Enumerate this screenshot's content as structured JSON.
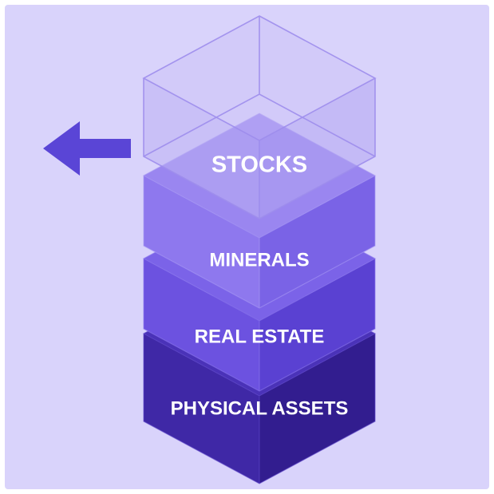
{
  "diagram": {
    "type": "stacked-layers",
    "colors": {
      "background": "#d9d3fb",
      "arrow": "#5a45d6"
    },
    "arrow": {
      "icon": "arrow-left-icon",
      "direction": "left"
    },
    "layers": [
      {
        "key": "stocks",
        "label": "STOCKS",
        "style": "transparent",
        "colors": {
          "top": "#c9bff7",
          "left": "#bcb0f4",
          "right": "#b3a6f2",
          "edge": "#9d8dec"
        }
      },
      {
        "key": "minerals",
        "label": "MINERALS",
        "style": "solid",
        "colors": {
          "top": "#9a86f0",
          "left": "#8e78ee",
          "right": "#7a63e6",
          "edge": "#a797f3"
        }
      },
      {
        "key": "real-estate",
        "label": "REAL ESTATE",
        "style": "solid",
        "colors": {
          "top": "#7b63e8",
          "left": "#6c52e0",
          "right": "#5a41d2",
          "edge": "#8b76ec"
        }
      },
      {
        "key": "physical-assets",
        "label": "PHYSICAL ASSETS",
        "style": "solid",
        "colors": {
          "top": "#4a32b8",
          "left": "#3f28a6",
          "right": "#321d8f",
          "edge": "#5b44c8"
        }
      }
    ]
  }
}
